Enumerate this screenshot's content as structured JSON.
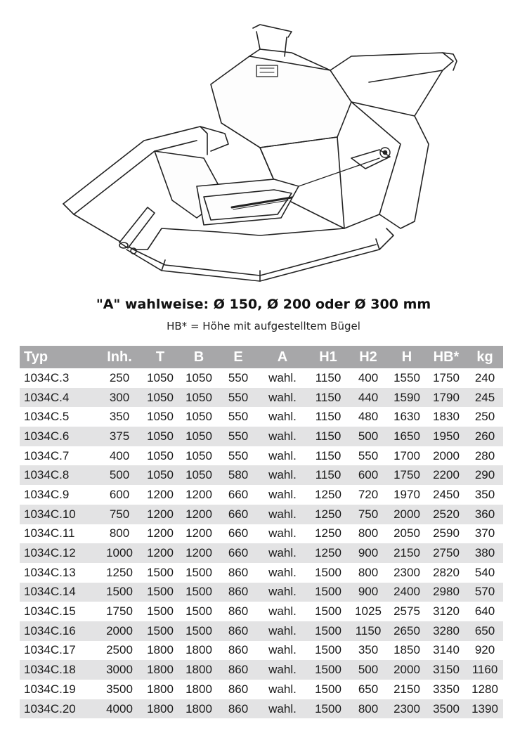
{
  "heading": "\"A\" wahlweise: Ø 150, Ø 200 oder Ø 300 mm",
  "subheading": "HB* = Höhe mit aufgestelltem Bügel",
  "table": {
    "columns": [
      "Typ",
      "Inh.",
      "T",
      "B",
      "E",
      "A",
      "H1",
      "H2",
      "H",
      "HB*",
      "kg"
    ],
    "rows": [
      [
        "1034C.3",
        "250",
        "1050",
        "1050",
        "550",
        "wahl.",
        "1150",
        "400",
        "1550",
        "1750",
        "240"
      ],
      [
        "1034C.4",
        "300",
        "1050",
        "1050",
        "550",
        "wahl.",
        "1150",
        "440",
        "1590",
        "1790",
        "245"
      ],
      [
        "1034C.5",
        "350",
        "1050",
        "1050",
        "550",
        "wahl.",
        "1150",
        "480",
        "1630",
        "1830",
        "250"
      ],
      [
        "1034C.6",
        "375",
        "1050",
        "1050",
        "550",
        "wahl.",
        "1150",
        "500",
        "1650",
        "1950",
        "260"
      ],
      [
        "1034C.7",
        "400",
        "1050",
        "1050",
        "550",
        "wahl.",
        "1150",
        "550",
        "1700",
        "2000",
        "280"
      ],
      [
        "1034C.8",
        "500",
        "1050",
        "1050",
        "580",
        "wahl.",
        "1150",
        "600",
        "1750",
        "2200",
        "290"
      ],
      [
        "1034C.9",
        "600",
        "1200",
        "1200",
        "660",
        "wahl.",
        "1250",
        "720",
        "1970",
        "2450",
        "350"
      ],
      [
        "1034C.10",
        "750",
        "1200",
        "1200",
        "660",
        "wahl.",
        "1250",
        "750",
        "2000",
        "2520",
        "360"
      ],
      [
        "1034C.11",
        "800",
        "1200",
        "1200",
        "660",
        "wahl.",
        "1250",
        "800",
        "2050",
        "2590",
        "370"
      ],
      [
        "1034C.12",
        "1000",
        "1200",
        "1200",
        "660",
        "wahl.",
        "1250",
        "900",
        "2150",
        "2750",
        "380"
      ],
      [
        "1034C.13",
        "1250",
        "1500",
        "1500",
        "860",
        "wahl.",
        "1500",
        "800",
        "2300",
        "2820",
        "540"
      ],
      [
        "1034C.14",
        "1500",
        "1500",
        "1500",
        "860",
        "wahl.",
        "1500",
        "900",
        "2400",
        "2980",
        "570"
      ],
      [
        "1034C.15",
        "1750",
        "1500",
        "1500",
        "860",
        "wahl.",
        "1500",
        "1025",
        "2575",
        "3120",
        "640"
      ],
      [
        "1034C.16",
        "2000",
        "1500",
        "1500",
        "860",
        "wahl.",
        "1500",
        "1150",
        "2650",
        "3280",
        "650"
      ],
      [
        "1034C.17",
        "2500",
        "1800",
        "1800",
        "860",
        "wahl.",
        "1500",
        "350",
        "1850",
        "3140",
        "920"
      ],
      [
        "1034C.18",
        "3000",
        "1800",
        "1800",
        "860",
        "wahl.",
        "1500",
        "500",
        "2000",
        "3150",
        "1160"
      ],
      [
        "1034C.19",
        "3500",
        "1800",
        "1800",
        "860",
        "wahl.",
        "1500",
        "650",
        "2150",
        "3350",
        "1280"
      ],
      [
        "1034C.20",
        "4000",
        "1800",
        "1800",
        "860",
        "wahl.",
        "1500",
        "800",
        "2300",
        "3500",
        "1390"
      ]
    ]
  },
  "colors": {
    "header_bg": "#a7a7a9",
    "stripe_bg": "#e3e3e4",
    "text": "#1a1a1a"
  }
}
